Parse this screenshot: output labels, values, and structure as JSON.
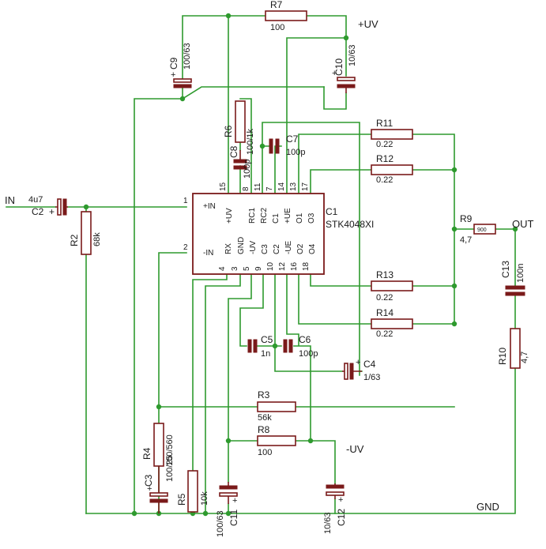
{
  "nets": {
    "in": "IN",
    "out": "OUT",
    "plus_uv": "+UV",
    "minus_uv": "-UV",
    "gnd": "GND"
  },
  "ic": {
    "name": "C1",
    "part": "STK4048XI",
    "left_pins": [
      {
        "num": "1",
        "label": "+IN"
      },
      {
        "num": "2",
        "label": "-IN"
      }
    ],
    "top_pins": [
      {
        "num": "15",
        "label": "+UV"
      },
      {
        "num": "8",
        "label": "RC1"
      },
      {
        "num": "11",
        "label": "RC2"
      },
      {
        "num": "7",
        "label": "C1"
      },
      {
        "num": "14",
        "label": "+UE"
      },
      {
        "num": "13",
        "label": "O1"
      },
      {
        "num": "17",
        "label": "O3"
      }
    ],
    "bottom_pins": [
      {
        "num": "4",
        "label": "RX"
      },
      {
        "num": "3",
        "label": "GND"
      },
      {
        "num": "5",
        "label": "-UV"
      },
      {
        "num": "9",
        "label": "C3"
      },
      {
        "num": "10",
        "label": "C2"
      },
      {
        "num": "12",
        "label": "-UE"
      },
      {
        "num": "16",
        "label": "O2"
      },
      {
        "num": "18",
        "label": "O4"
      }
    ]
  },
  "resistors": [
    {
      "name": "R2",
      "value": "68k"
    },
    {
      "name": "R3",
      "value": "56k"
    },
    {
      "name": "R4",
      "value": "100/560"
    },
    {
      "name": "R5",
      "value": "10k"
    },
    {
      "name": "R6",
      "value": "100/1k"
    },
    {
      "name": "R7",
      "value": "100"
    },
    {
      "name": "R8",
      "value": "100"
    },
    {
      "name": "R9",
      "value": "4,7"
    },
    {
      "name": "R10",
      "value": "4,7"
    },
    {
      "name": "R11",
      "value": "0.22"
    },
    {
      "name": "R12",
      "value": "0.22"
    },
    {
      "name": "R13",
      "value": "0.22"
    },
    {
      "name": "R14",
      "value": "0.22"
    }
  ],
  "capacitors": [
    {
      "name": "C2",
      "value": "4u7"
    },
    {
      "name": "C3",
      "value": "100/25"
    },
    {
      "name": "C4",
      "value": "1/63"
    },
    {
      "name": "C5",
      "value": "1n"
    },
    {
      "name": "C6",
      "value": "100p"
    },
    {
      "name": "C7",
      "value": "100p"
    },
    {
      "name": "C8",
      "value": "100p"
    },
    {
      "name": "C9",
      "value": "100/63"
    },
    {
      "name": "C10",
      "value": "10/63"
    },
    {
      "name": "C11",
      "value": "100/63"
    },
    {
      "name": "C12",
      "value": "10/63"
    },
    {
      "name": "C13",
      "value": "100n"
    }
  ],
  "inductor": {
    "value": "900"
  },
  "colors": {
    "wire": "#2e9a2e",
    "component": "#7a1a1a",
    "text": "#1a1a1a"
  }
}
